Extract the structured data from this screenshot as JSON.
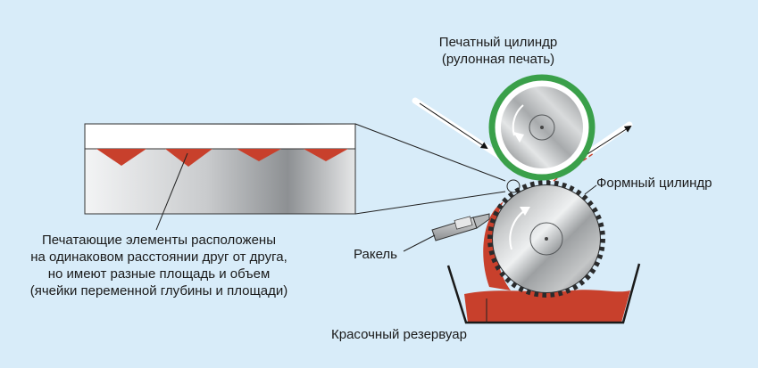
{
  "labels": {
    "impression_cylinder_line1": "Печатный цилиндр",
    "impression_cylinder_line2": "(рулонная печать)",
    "form_cylinder": "Формный цилиндр",
    "doctor_blade": "Ракель",
    "ink_reservoir": "Красочный резервуар",
    "note_line1": "Печатающие элементы расположены",
    "note_line2": "на одинаковом расстоянии друг от друга,",
    "note_line3": "но имеют разные площадь и объем",
    "note_line4": "(ячейки переменной глубины и площади)"
  },
  "colors": {
    "background": "#d8ecf9",
    "ink": "#c8402c",
    "impression_ring": "#3aa04a",
    "steel_dark": "#6d7072",
    "steel_light": "#e2e4e5",
    "web": "#ffffff",
    "outline": "#222222"
  }
}
